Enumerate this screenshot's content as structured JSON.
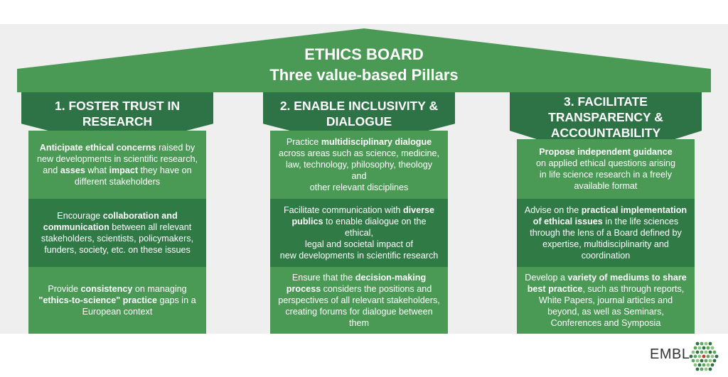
{
  "roof": {
    "title": "ETHICS BOARD",
    "subtitle": "Three value-based Pillars"
  },
  "pillars": [
    {
      "heading_lines": [
        "1. FOSTER TRUST IN",
        "RESEARCH"
      ],
      "sections": [
        [
          "<b>Anticipate ethical concerns</b> raised by",
          "new developments in scientific research,",
          "and <b>asses</b> what <b>impact</b> they have on",
          "different stakeholders"
        ],
        [
          "Encourage <b>collaboration and</b>",
          "<b>communication</b> between all relevant",
          "stakeholders, scientists, policymakers,",
          "funders, society, etc. on these issues"
        ],
        [
          "Provide <b>consistency</b> on managing",
          "<b>\"ethics-to-science\" practice</b> gaps in a",
          "European context"
        ]
      ]
    },
    {
      "heading_lines": [
        "2. ENABLE INCLUSIVITY &",
        "DIALOGUE"
      ],
      "sections": [
        [
          "Practice <b>multidisciplinary dialogue</b>",
          "across areas such as science, medicine,",
          "law, technology, philosophy, theology and",
          "other relevant disciplines"
        ],
        [
          "Facilitate communication with <b>diverse</b>",
          "<b>publics</b> to enable dialogue on the ethical,",
          "legal and societal impact of",
          "new developments in scientific research"
        ],
        [
          "Ensure that the <b>decision-making</b>",
          "<b>process</b> considers the positions and",
          "perspectives of all relevant stakeholders,",
          "creating forums for dialogue between them"
        ]
      ]
    },
    {
      "heading_lines": [
        "3. FACILITATE",
        "TRANSPARENCY &",
        "ACCOUNTABILITY"
      ],
      "sections": [
        [
          "<b>Propose independent guidance</b>",
          "on applied ethical questions arising",
          "in life science research in a freely",
          "available format"
        ],
        [
          "Advise on the <b>practical implementation</b>",
          "<b>of ethical issues</b> in the life sciences",
          "through the lens of a Board defined by",
          "expertise, multidisciplinarity and",
          "coordination"
        ],
        [
          "Develop a <b>variety of mediums to share</b>",
          "<b>best practice</b>, such as through reports,",
          "White Papers, journal articles and",
          "beyond, as well as Seminars,",
          "Conferences and Symposia"
        ]
      ]
    }
  ],
  "logo": {
    "text": "EMBL"
  },
  "colors": {
    "light_green": "#4a9955",
    "dark_green": "#2e7345",
    "background": "#efefef"
  }
}
